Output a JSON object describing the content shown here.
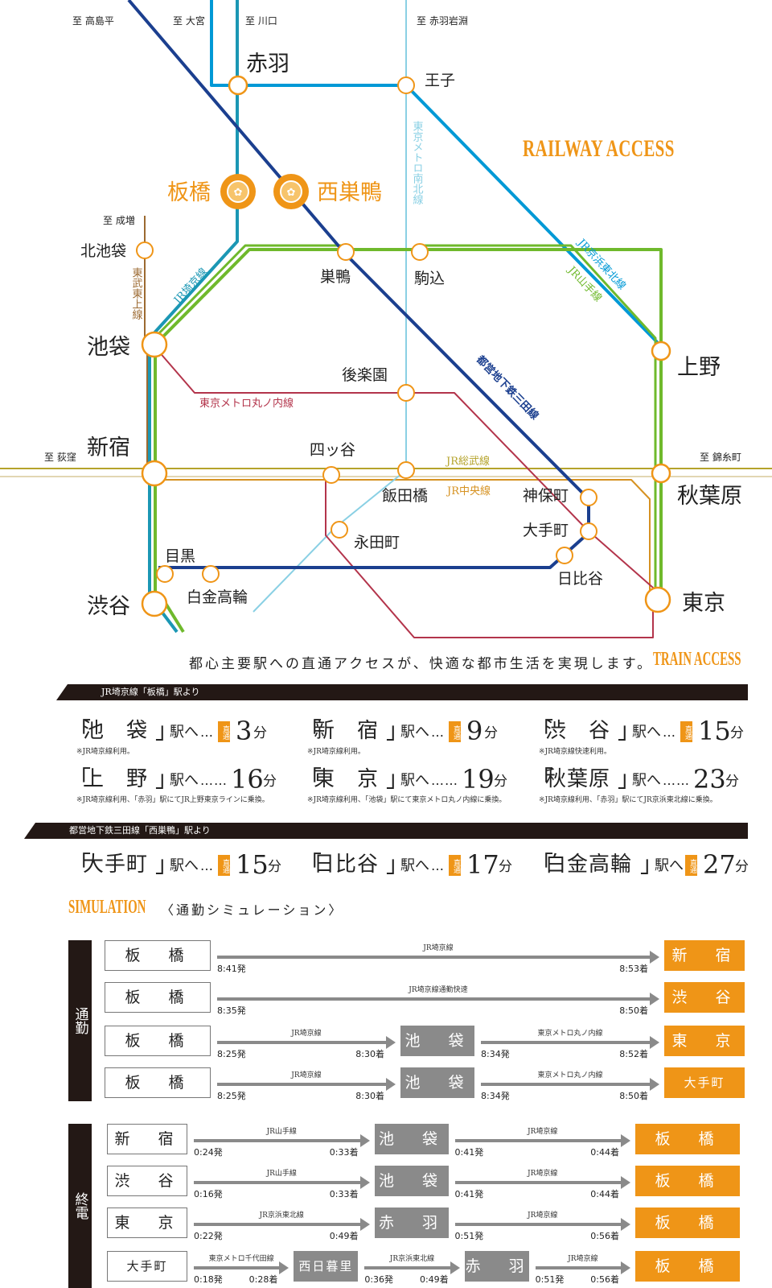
{
  "colors": {
    "accent": "#ef9517",
    "band": "#231815",
    "arrow": "#8a8a8a",
    "saikyo": "#1b97b4",
    "yamanote": "#6fb92c",
    "keihin": "#0099d6",
    "mita": "#1b3f8f",
    "namboku": "#8ad0e4",
    "marunouchi": "#b3344b",
    "tobu": "#9c6a31",
    "sobu": "#b5a32b",
    "chuo": "#d69222",
    "station_border": "#ef9517"
  },
  "map": {
    "title": "RAILWAY ACCESS",
    "directions": [
      "至 高島平",
      "至 大宮",
      "至 川口",
      "至 赤羽岩淵",
      "至 成増",
      "至 荻窪",
      "至 錦糸町"
    ],
    "big_stations": [
      "赤羽",
      "池袋",
      "新宿",
      "渋谷",
      "上野",
      "秋葉原",
      "東京"
    ],
    "home_stations": [
      "板橋",
      "西巣鴨"
    ],
    "small_stations": [
      "王子",
      "北池袋",
      "巣鴨",
      "駒込",
      "後楽園",
      "四ッ谷",
      "飯田橋",
      "神保町",
      "大手町",
      "永田町",
      "目黒",
      "白金高輪",
      "日比谷"
    ],
    "line_labels": [
      "JR埼京線",
      "東京メトロ南北線",
      "JR京浜東北線",
      "JR山手線",
      "東武東上線",
      "都営地下鉄三田線",
      "東京メトロ丸ノ内線",
      "JR総武線",
      "JR中央線"
    ]
  },
  "tagline": "都心主要駅への直通アクセスが、快適な都市生活を実現します。",
  "tagline_en": "TRAIN ACCESS",
  "band1": "JR埼京線「板橋」駅より",
  "band2": "都営地下鉄三田線「西巣鴨」駅より",
  "eki_label": "駅へ",
  "fun_label": "分",
  "badge_label": "直通",
  "access1": [
    {
      "name": "池　袋",
      "dots": "…",
      "badge": true,
      "min": "3",
      "note": "※JR埼京線利用。"
    },
    {
      "name": "新　宿",
      "dots": "…",
      "badge": true,
      "min": "9",
      "note": "※JR埼京線利用。"
    },
    {
      "name": "渋　谷",
      "dots": "…",
      "badge": true,
      "min": "15",
      "note": "※JR埼京線快速利用。"
    },
    {
      "name": "上　野",
      "dots": "……",
      "badge": false,
      "min": "16",
      "note": "※JR埼京線利用、「赤羽」駅にてJR上野東京ラインに乗換。"
    },
    {
      "name": "東　京",
      "dots": "……",
      "badge": false,
      "min": "19",
      "note": "※JR埼京線利用、「池袋」駅にて東京メトロ丸ノ内線に乗換。"
    },
    {
      "name": "秋葉原",
      "dots": "……",
      "badge": false,
      "min": "23",
      "note": "※JR埼京線利用、「赤羽」駅にてJR京浜東北線に乗換。"
    }
  ],
  "access2": [
    {
      "name": "大手町",
      "dots": "…",
      "badge": true,
      "min": "15"
    },
    {
      "name": "日比谷",
      "dots": "…",
      "badge": true,
      "min": "17"
    },
    {
      "name": "白金高輪",
      "dots": "",
      "badge": true,
      "min": "27"
    }
  ],
  "sim_title": "SIMULATION",
  "sim_sub": "〈通勤シミュレーション〉",
  "commute_label": "通勤",
  "lasttrain_label": "終電",
  "commute": [
    {
      "from": "板　橋",
      "dest": "新　宿",
      "segs": [
        {
          "line": "JR埼京線",
          "dep": "8:41発",
          "arr": "8:53着"
        }
      ],
      "transfers": []
    },
    {
      "from": "板　橋",
      "dest": "渋　谷",
      "segs": [
        {
          "line": "JR埼京線通勤快速",
          "dep": "8:35発",
          "arr": "8:50着"
        }
      ],
      "transfers": []
    },
    {
      "from": "板　橋",
      "dest": "東　京",
      "segs": [
        {
          "line": "JR埼京線",
          "dep": "8:25発",
          "arr": "8:30着"
        },
        {
          "line": "東京メトロ丸ノ内線",
          "dep": "8:34発",
          "arr": "8:52着"
        }
      ],
      "transfers": [
        "池　袋"
      ]
    },
    {
      "from": "板　橋",
      "dest": "大手町",
      "segs": [
        {
          "line": "JR埼京線",
          "dep": "8:25発",
          "arr": "8:30着"
        },
        {
          "line": "東京メトロ丸ノ内線",
          "dep": "8:34発",
          "arr": "8:50着"
        }
      ],
      "transfers": [
        "池　袋"
      ]
    }
  ],
  "lasttrain": [
    {
      "from": "新　宿",
      "dest": "板　橋",
      "segs": [
        {
          "line": "JR山手線",
          "dep": "0:24発",
          "arr": "0:33着"
        },
        {
          "line": "JR埼京線",
          "dep": "0:41発",
          "arr": "0:44着"
        }
      ],
      "transfers": [
        "池　袋"
      ]
    },
    {
      "from": "渋　谷",
      "dest": "板　橋",
      "segs": [
        {
          "line": "JR山手線",
          "dep": "0:16発",
          "arr": "0:33着"
        },
        {
          "line": "JR埼京線",
          "dep": "0:41発",
          "arr": "0:44着"
        }
      ],
      "transfers": [
        "池　袋"
      ]
    },
    {
      "from": "東　京",
      "dest": "板　橋",
      "segs": [
        {
          "line": "JR京浜東北線",
          "dep": "0:22発",
          "arr": "0:49着"
        },
        {
          "line": "JR埼京線",
          "dep": "0:51発",
          "arr": "0:56着"
        }
      ],
      "transfers": [
        "赤　羽"
      ]
    },
    {
      "from": "大手町",
      "dest": "板　橋",
      "segs": [
        {
          "line": "東京メトロ千代田線",
          "dep": "0:18発",
          "arr": "0:28着"
        },
        {
          "line": "JR京浜東北線",
          "dep": "0:36発",
          "arr": "0:49着"
        },
        {
          "line": "JR埼京線",
          "dep": "0:51発",
          "arr": "0:56着"
        }
      ],
      "transfers": [
        "西日暮里",
        "赤　羽"
      ]
    }
  ]
}
